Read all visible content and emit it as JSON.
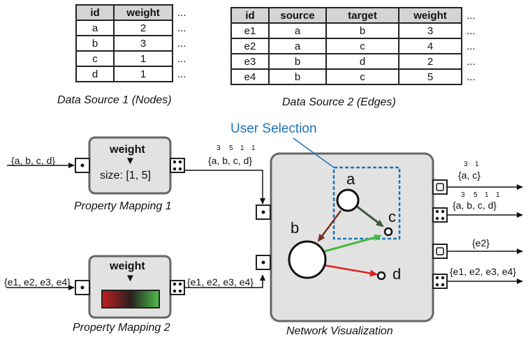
{
  "nodes_table": {
    "headers": [
      "id",
      "weight",
      "..."
    ],
    "rows": [
      [
        "a",
        "2",
        "..."
      ],
      [
        "b",
        "3",
        "..."
      ],
      [
        "c",
        "1",
        "..."
      ],
      [
        "d",
        "1",
        "..."
      ]
    ],
    "caption": "Data Source 1 (Nodes)"
  },
  "edges_table": {
    "headers": [
      "id",
      "source",
      "target",
      "weight",
      "..."
    ],
    "rows": [
      [
        "e1",
        "a",
        "b",
        "3",
        "..."
      ],
      [
        "e2",
        "a",
        "c",
        "4",
        "..."
      ],
      [
        "e3",
        "b",
        "d",
        "2",
        "..."
      ],
      [
        "e4",
        "b",
        "c",
        "5",
        "..."
      ]
    ],
    "caption": "Data Source 2 (Edges)"
  },
  "user_selection": "User Selection",
  "pm1": {
    "title": "weight",
    "arrow": "▼",
    "size_label": "size: [1, 5]",
    "caption": "Property Mapping 1",
    "input": "{a, b, c, d}",
    "output": "{a, b, c, d}"
  },
  "pm2": {
    "title": "weight",
    "arrow": "▼",
    "caption": "Property Mapping 2",
    "input": "{e1, e2, e3, e4}",
    "output": "{e1, e2, e3, e4}"
  },
  "netvis": {
    "caption": "Network Visualization",
    "nodes": [
      "a",
      "b",
      "c",
      "d"
    ]
  },
  "outputs": [
    "{a, c}",
    "{a, b, c, d}",
    "{e2}",
    "{e1, e2, e3, e4}"
  ],
  "superscripts": {
    "output_1": [
      "3",
      "1"
    ],
    "pm1_output": [
      "3",
      "5",
      "1",
      "1"
    ],
    "output_2": [
      "3",
      "5",
      "1",
      "1"
    ]
  },
  "colors": {
    "edge_e1": "#7a2e1e",
    "edge_e2": "#44bb3c",
    "edge_e3": "#dd2222",
    "edge_e4": "#3f5c3f",
    "selection": "#1b75bb"
  }
}
